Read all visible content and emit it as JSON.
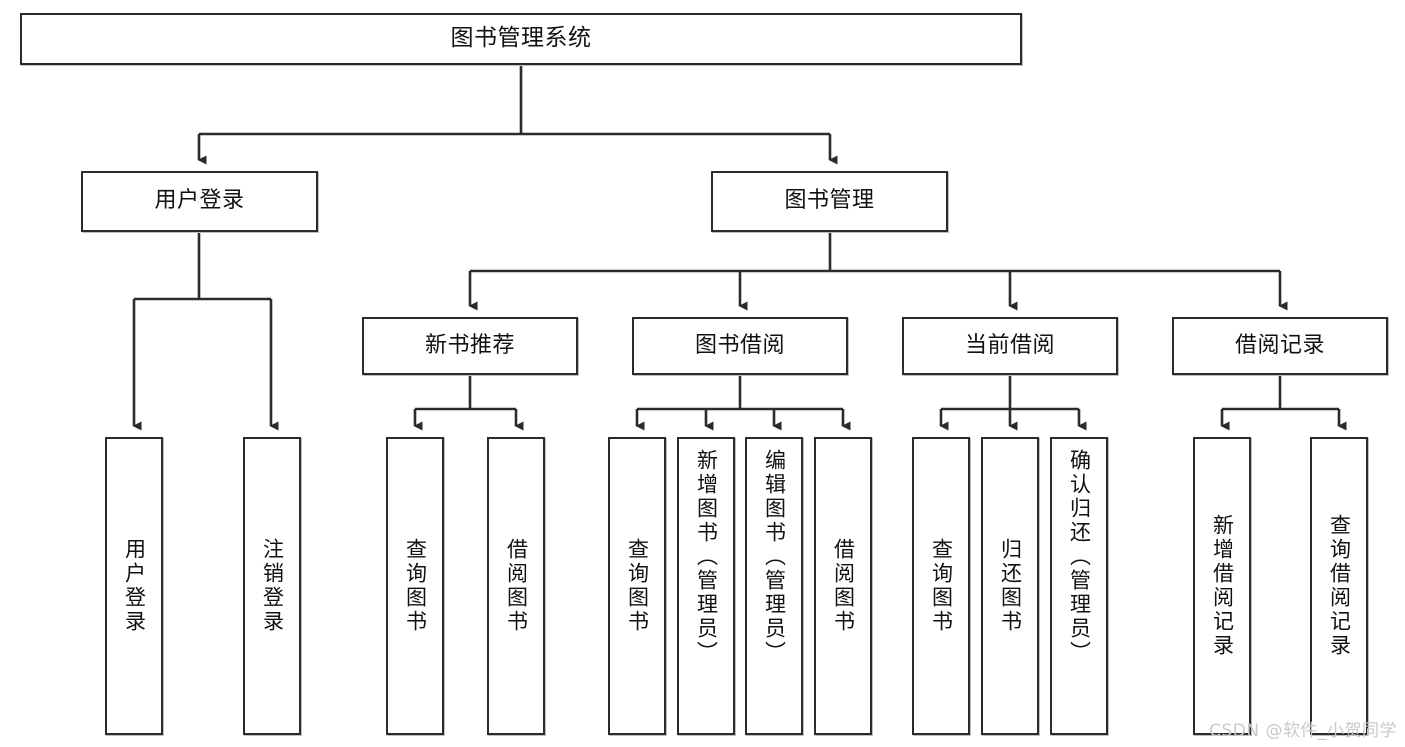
{
  "diagram": {
    "title": "图书管理系统",
    "type": "tree-hierarchy-diagram",
    "watermark": "CSDN @软件_小贺同学",
    "colors": {
      "box_border": "#2b2b2b",
      "box_fill": "#ffffff",
      "edge": "#2b2b2b",
      "text": "#111111",
      "watermark": "#c9c9c9",
      "background": "#ffffff"
    },
    "root": {
      "label": "图书管理系统"
    },
    "level2": [
      {
        "label": "用户登录"
      },
      {
        "label": "图书管理"
      }
    ],
    "level3": [
      {
        "label": "新书推荐"
      },
      {
        "label": "图书借阅"
      },
      {
        "label": "当前借阅"
      },
      {
        "label": "借阅记录"
      }
    ],
    "leaves": {
      "user_login": [
        {
          "label": "用户登录"
        },
        {
          "label": "注销登录"
        }
      ],
      "new_book_recommend": [
        {
          "label": "查询图书"
        },
        {
          "label": "借阅图书"
        }
      ],
      "book_borrow": [
        {
          "label": "查询图书"
        },
        {
          "label": "新增图书（管理员）"
        },
        {
          "label": "编辑图书（管理员）"
        },
        {
          "label": "借阅图书"
        }
      ],
      "current_borrow": [
        {
          "label": "查询图书"
        },
        {
          "label": "归还图书"
        },
        {
          "label": "确认归还（管理员）"
        }
      ],
      "borrow_record": [
        {
          "label": "新增借阅记录"
        },
        {
          "label": "查询借阅记录"
        }
      ]
    }
  }
}
